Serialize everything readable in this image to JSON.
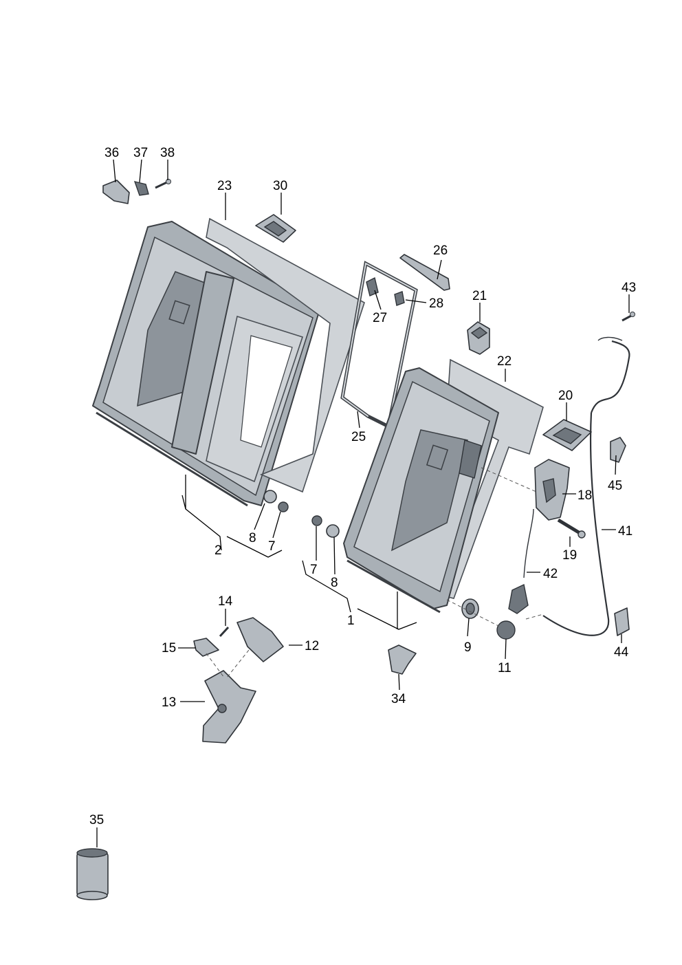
{
  "diagram": {
    "callouts": [
      {
        "id": "c36",
        "label": "36"
      },
      {
        "id": "c37",
        "label": "37"
      },
      {
        "id": "c38",
        "label": "38"
      },
      {
        "id": "c23",
        "label": "23"
      },
      {
        "id": "c30",
        "label": "30"
      },
      {
        "id": "c26",
        "label": "26"
      },
      {
        "id": "c27",
        "label": "27"
      },
      {
        "id": "c28",
        "label": "28"
      },
      {
        "id": "c21",
        "label": "21"
      },
      {
        "id": "c43",
        "label": "43"
      },
      {
        "id": "c22",
        "label": "22"
      },
      {
        "id": "c20",
        "label": "20"
      },
      {
        "id": "c25",
        "label": "25"
      },
      {
        "id": "c45",
        "label": "45"
      },
      {
        "id": "c18",
        "label": "18"
      },
      {
        "id": "c8a",
        "label": "8"
      },
      {
        "id": "c7a",
        "label": "7"
      },
      {
        "id": "c2",
        "label": "2"
      },
      {
        "id": "c41",
        "label": "41"
      },
      {
        "id": "c19",
        "label": "19"
      },
      {
        "id": "c7b",
        "label": "7"
      },
      {
        "id": "c8b",
        "label": "8"
      },
      {
        "id": "c42",
        "label": "42"
      },
      {
        "id": "c1",
        "label": "1"
      },
      {
        "id": "c14",
        "label": "14"
      },
      {
        "id": "c15",
        "label": "15"
      },
      {
        "id": "c12",
        "label": "12"
      },
      {
        "id": "c9",
        "label": "9"
      },
      {
        "id": "c11",
        "label": "11"
      },
      {
        "id": "c44",
        "label": "44"
      },
      {
        "id": "c13",
        "label": "13"
      },
      {
        "id": "c34",
        "label": "34"
      },
      {
        "id": "c35",
        "label": "35"
      }
    ]
  }
}
